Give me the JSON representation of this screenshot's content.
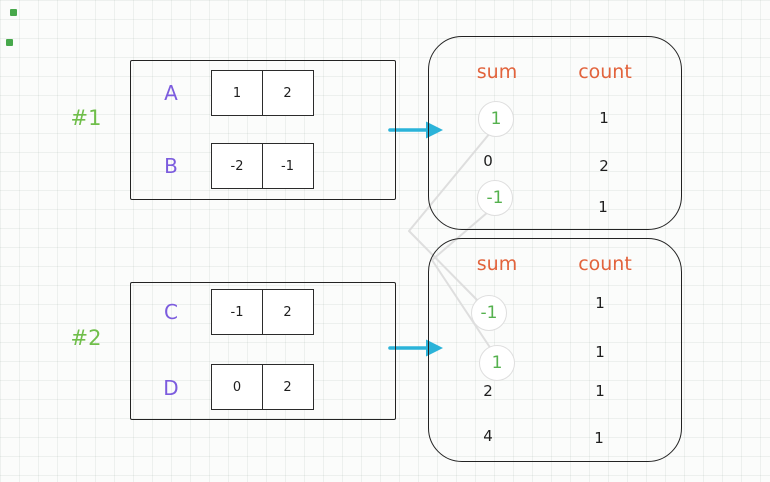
{
  "colors": {
    "tag_green": "#6fbe4a",
    "array_letter_purple": "#7c5cde",
    "header_orange": "#e2633c",
    "circled_value_green": "#55b14e",
    "arrow_cyan": "#2bb3d9",
    "connector_gray": "#dedede",
    "shape_stroke": "#232323"
  },
  "example1": {
    "tag": "#1",
    "arrays": [
      {
        "name": "A",
        "cells": [
          "1",
          "2"
        ]
      },
      {
        "name": "B",
        "cells": [
          "-2",
          "-1"
        ]
      }
    ],
    "table": {
      "col1": "sum",
      "col2": "count",
      "rows": [
        {
          "sum": "1",
          "count": "1",
          "circled": true
        },
        {
          "sum": "0",
          "count": "2",
          "circled": false
        },
        {
          "sum": "-1",
          "count": "1",
          "circled": true
        }
      ]
    }
  },
  "example2": {
    "tag": "#2",
    "arrays": [
      {
        "name": "C",
        "cells": [
          "-1",
          "2"
        ]
      },
      {
        "name": "D",
        "cells": [
          "0",
          "2"
        ]
      }
    ],
    "table": {
      "col1": "sum",
      "col2": "count",
      "rows": [
        {
          "sum": "-1",
          "count": "1",
          "circled": true
        },
        {
          "sum": "1",
          "count": "1",
          "circled": true
        },
        {
          "sum": "2",
          "count": "1",
          "circled": false
        },
        {
          "sum": "4",
          "count": "1",
          "circled": false
        }
      ]
    }
  }
}
